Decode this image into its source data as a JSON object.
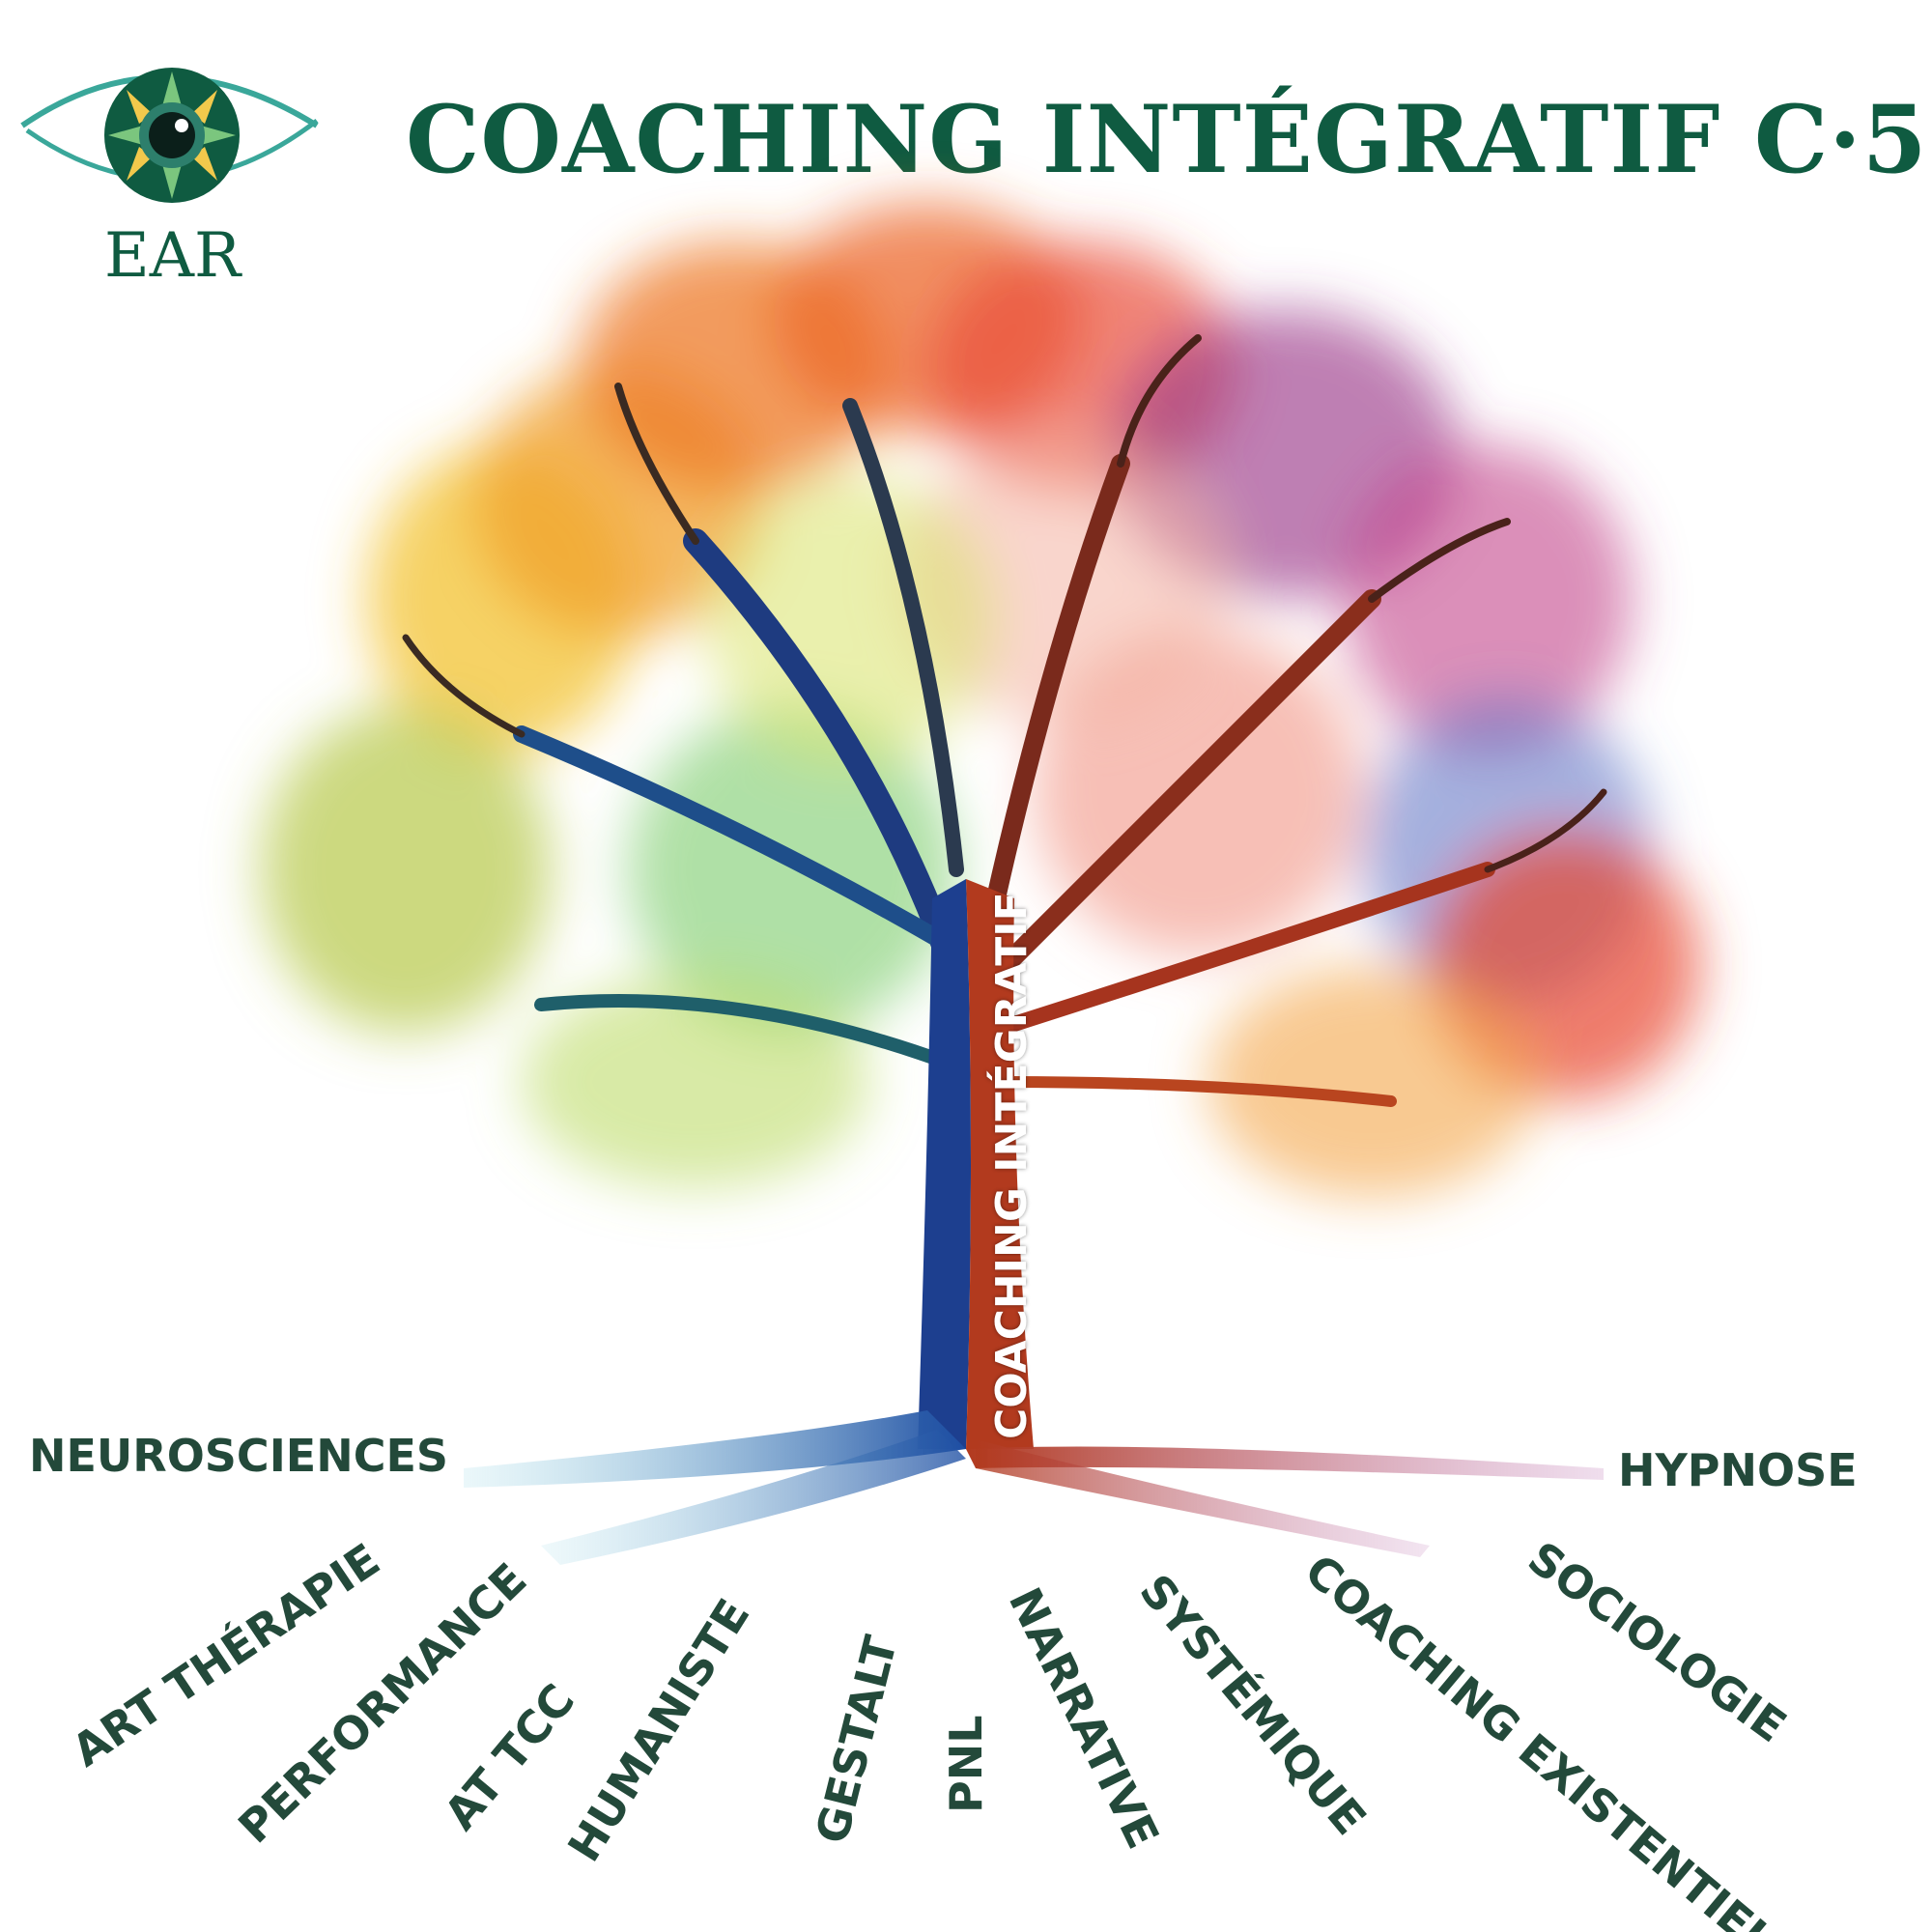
{
  "header": {
    "title": "COACHING INTÉGRATIF C·5",
    "logo_text": "EAR",
    "logo_icon": "eye-mandala-icon"
  },
  "trunk": {
    "label": "COACHING INTÉGRATIF"
  },
  "roots": [
    {
      "key": "neurosciences",
      "label": "NEUROSCIENCES"
    },
    {
      "key": "art-therapie",
      "label": "ART THÉRAPIE"
    },
    {
      "key": "performance",
      "label": "PERFORMANCE"
    },
    {
      "key": "at-tcc",
      "label": "AT  TCC"
    },
    {
      "key": "humaniste",
      "label": "HUMANISTE"
    },
    {
      "key": "gestalt",
      "label": "GESTALT"
    },
    {
      "key": "pnl",
      "label": "PNL"
    },
    {
      "key": "narrative",
      "label": "NARRATIVE"
    },
    {
      "key": "systemique",
      "label": "SYSTÉMIQUE"
    },
    {
      "key": "coaching-existentiel",
      "label": "COACHING EXISTENTIEL"
    },
    {
      "key": "sociologie",
      "label": "SOCIOLOGIE"
    },
    {
      "key": "hypnose",
      "label": "HYPNOSE"
    }
  ],
  "colors": {
    "brand_green": "#0f5b41",
    "label_green": "#23493a",
    "trunk_blue": "#1d3f8f",
    "trunk_red": "#b23a1e"
  }
}
